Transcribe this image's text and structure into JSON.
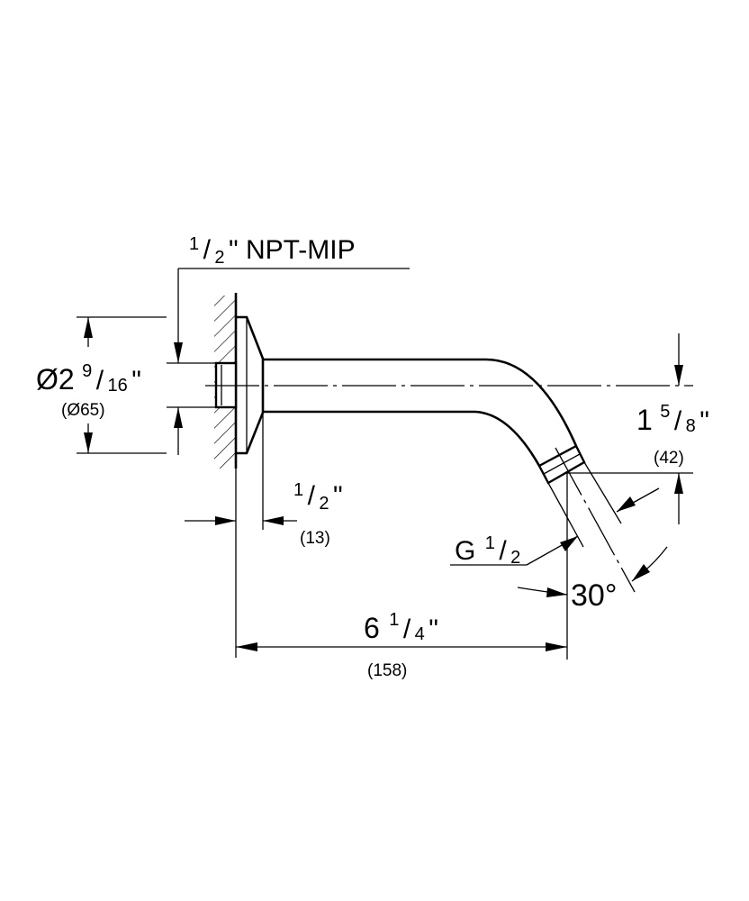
{
  "drawing": {
    "thread_inlet": {
      "num": "1",
      "den": "2",
      "suffix": "\" NPT-MIP"
    },
    "flange_diameter": {
      "whole": "Ø2",
      "num": "9",
      "den": "16",
      "suffix": "\"",
      "metric": "(Ø65)"
    },
    "flange_depth": {
      "num": "1",
      "den": "2",
      "suffix": "\"",
      "metric": "(13)"
    },
    "drop": {
      "whole": "1",
      "num": "5",
      "den": "8",
      "suffix": "\"",
      "metric": "(42)"
    },
    "outlet_thread": {
      "whole": "G",
      "num": "1",
      "den": "2"
    },
    "angle": "30°",
    "length": {
      "whole": "6",
      "num": "1",
      "den": "4",
      "suffix": "\"",
      "metric": "(158)"
    }
  }
}
